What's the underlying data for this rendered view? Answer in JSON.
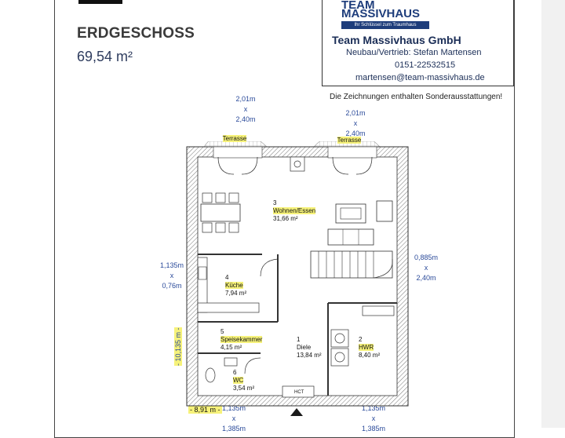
{
  "header": {
    "title": "ERDGESCHOSS",
    "area": "69,54 m²"
  },
  "company": {
    "logo_line1": "TEAM",
    "logo_line2": "MASSIVHAUS",
    "logo_tagline": "Ihr Schlüssel zum Traumhaus",
    "name": "Team Massivhaus GmbH",
    "contact": "Neubau/Vertrieb: Stefan Martensen",
    "phone": "0151-22532515",
    "email": "martensen@team-massivhaus.de"
  },
  "note": "Die Zeichnungen enthalten Sonderausstattungen!",
  "dimensions": {
    "terrace_left": [
      "2,01m",
      "x",
      "2,40m"
    ],
    "terrace_right": [
      "2,01m",
      "x",
      "2,40m"
    ],
    "window_kitchen": [
      "1,135m",
      "x",
      "0,76m"
    ],
    "window_stair": [
      "0,885m",
      "x",
      "2,40m"
    ],
    "bottom_left": [
      "1,135m",
      "x",
      "1,385m"
    ],
    "bottom_right": [
      "1,135m",
      "x",
      "1,385m"
    ],
    "side_vertical": "- 10,135 m -",
    "bottom_width": "- 8,91 m -"
  },
  "rooms": [
    {
      "num": "3",
      "name": "Wohnen/Essen",
      "area": "31,66 m²"
    },
    {
      "num": "4",
      "name": "Küche",
      "area": "7,94 m²"
    },
    {
      "num": "5",
      "name": "Speisekammer",
      "area": "4,15 m²"
    },
    {
      "num": "1",
      "name": "Diele",
      "area": "13,84 m²"
    },
    {
      "num": "2",
      "name": "HWR",
      "area": "8,40 m²"
    },
    {
      "num": "6",
      "name": "WC",
      "area": "3,54 m²"
    }
  ],
  "labels": {
    "terrace": "Terrasse",
    "hct": "HCT"
  }
}
